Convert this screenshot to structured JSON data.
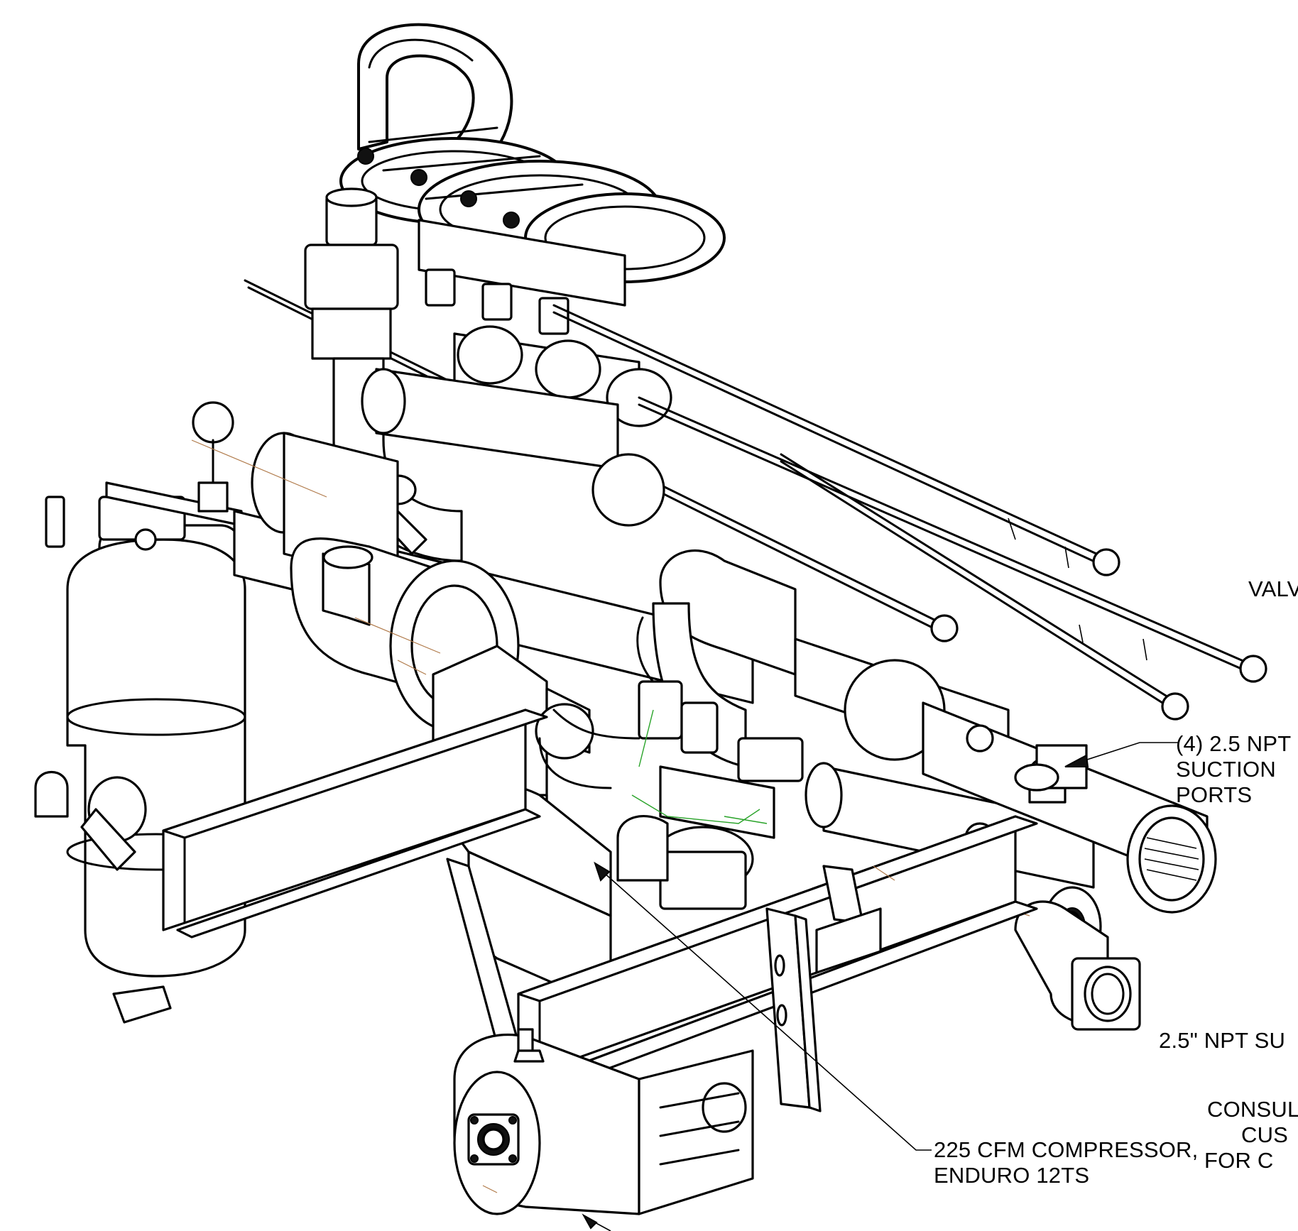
{
  "callouts": {
    "valves": {
      "text": "VALV"
    },
    "suction_ports": {
      "lines": [
        "(4) 2.5 NPT",
        "SUCTION",
        "PORTS"
      ]
    },
    "npt_su": {
      "text": "2.5\" NPT SU"
    },
    "consult": {
      "lines": [
        "CONSUL",
        "CUS",
        "FOR C"
      ]
    },
    "compressor": {
      "lines": [
        "225 CFM COMPRESSOR,",
        "ENDURO 12TS"
      ]
    }
  },
  "colors": {
    "line": "#000000",
    "background": "#ffffff",
    "hidden_line": "#b07a4a",
    "green_line": "#29a329"
  }
}
